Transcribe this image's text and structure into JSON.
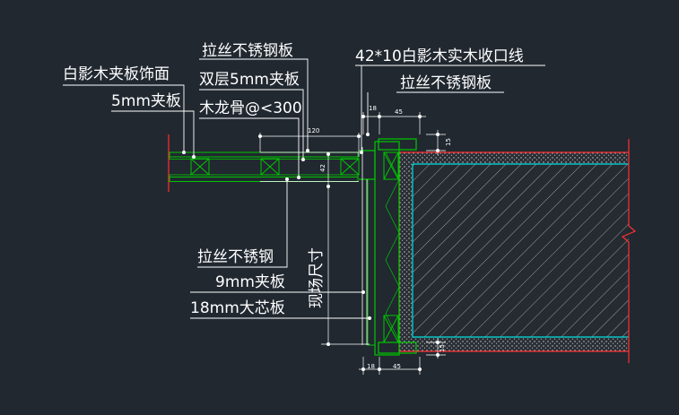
{
  "labels": {
    "upper_left": [
      "白影木夹板饰面",
      "5mm夹板"
    ],
    "upper_mid": [
      "拉丝不锈钢板",
      "双层5mm夹板",
      "木龙骨@<300"
    ],
    "upper_right": [
      "42*10白影木实木收口线",
      "拉丝不锈钢板"
    ],
    "lower_left": [
      "拉丝不锈钢",
      "9mm夹板",
      "18mm大芯板"
    ],
    "vertical": "现场尺寸"
  },
  "dimensions": {
    "top_a": "18",
    "top_b": "45",
    "top_side": "15",
    "panel_width": "120",
    "panel_height": "42",
    "bottom_a": "18",
    "bottom_b": "45",
    "bottom_side": "15"
  },
  "colors": {
    "background": "#212830",
    "text": "#ffffff",
    "wood": "#00c800",
    "wall": "#ff3030",
    "finish": "#00e0e0",
    "hatch": "#9aa0a6"
  }
}
